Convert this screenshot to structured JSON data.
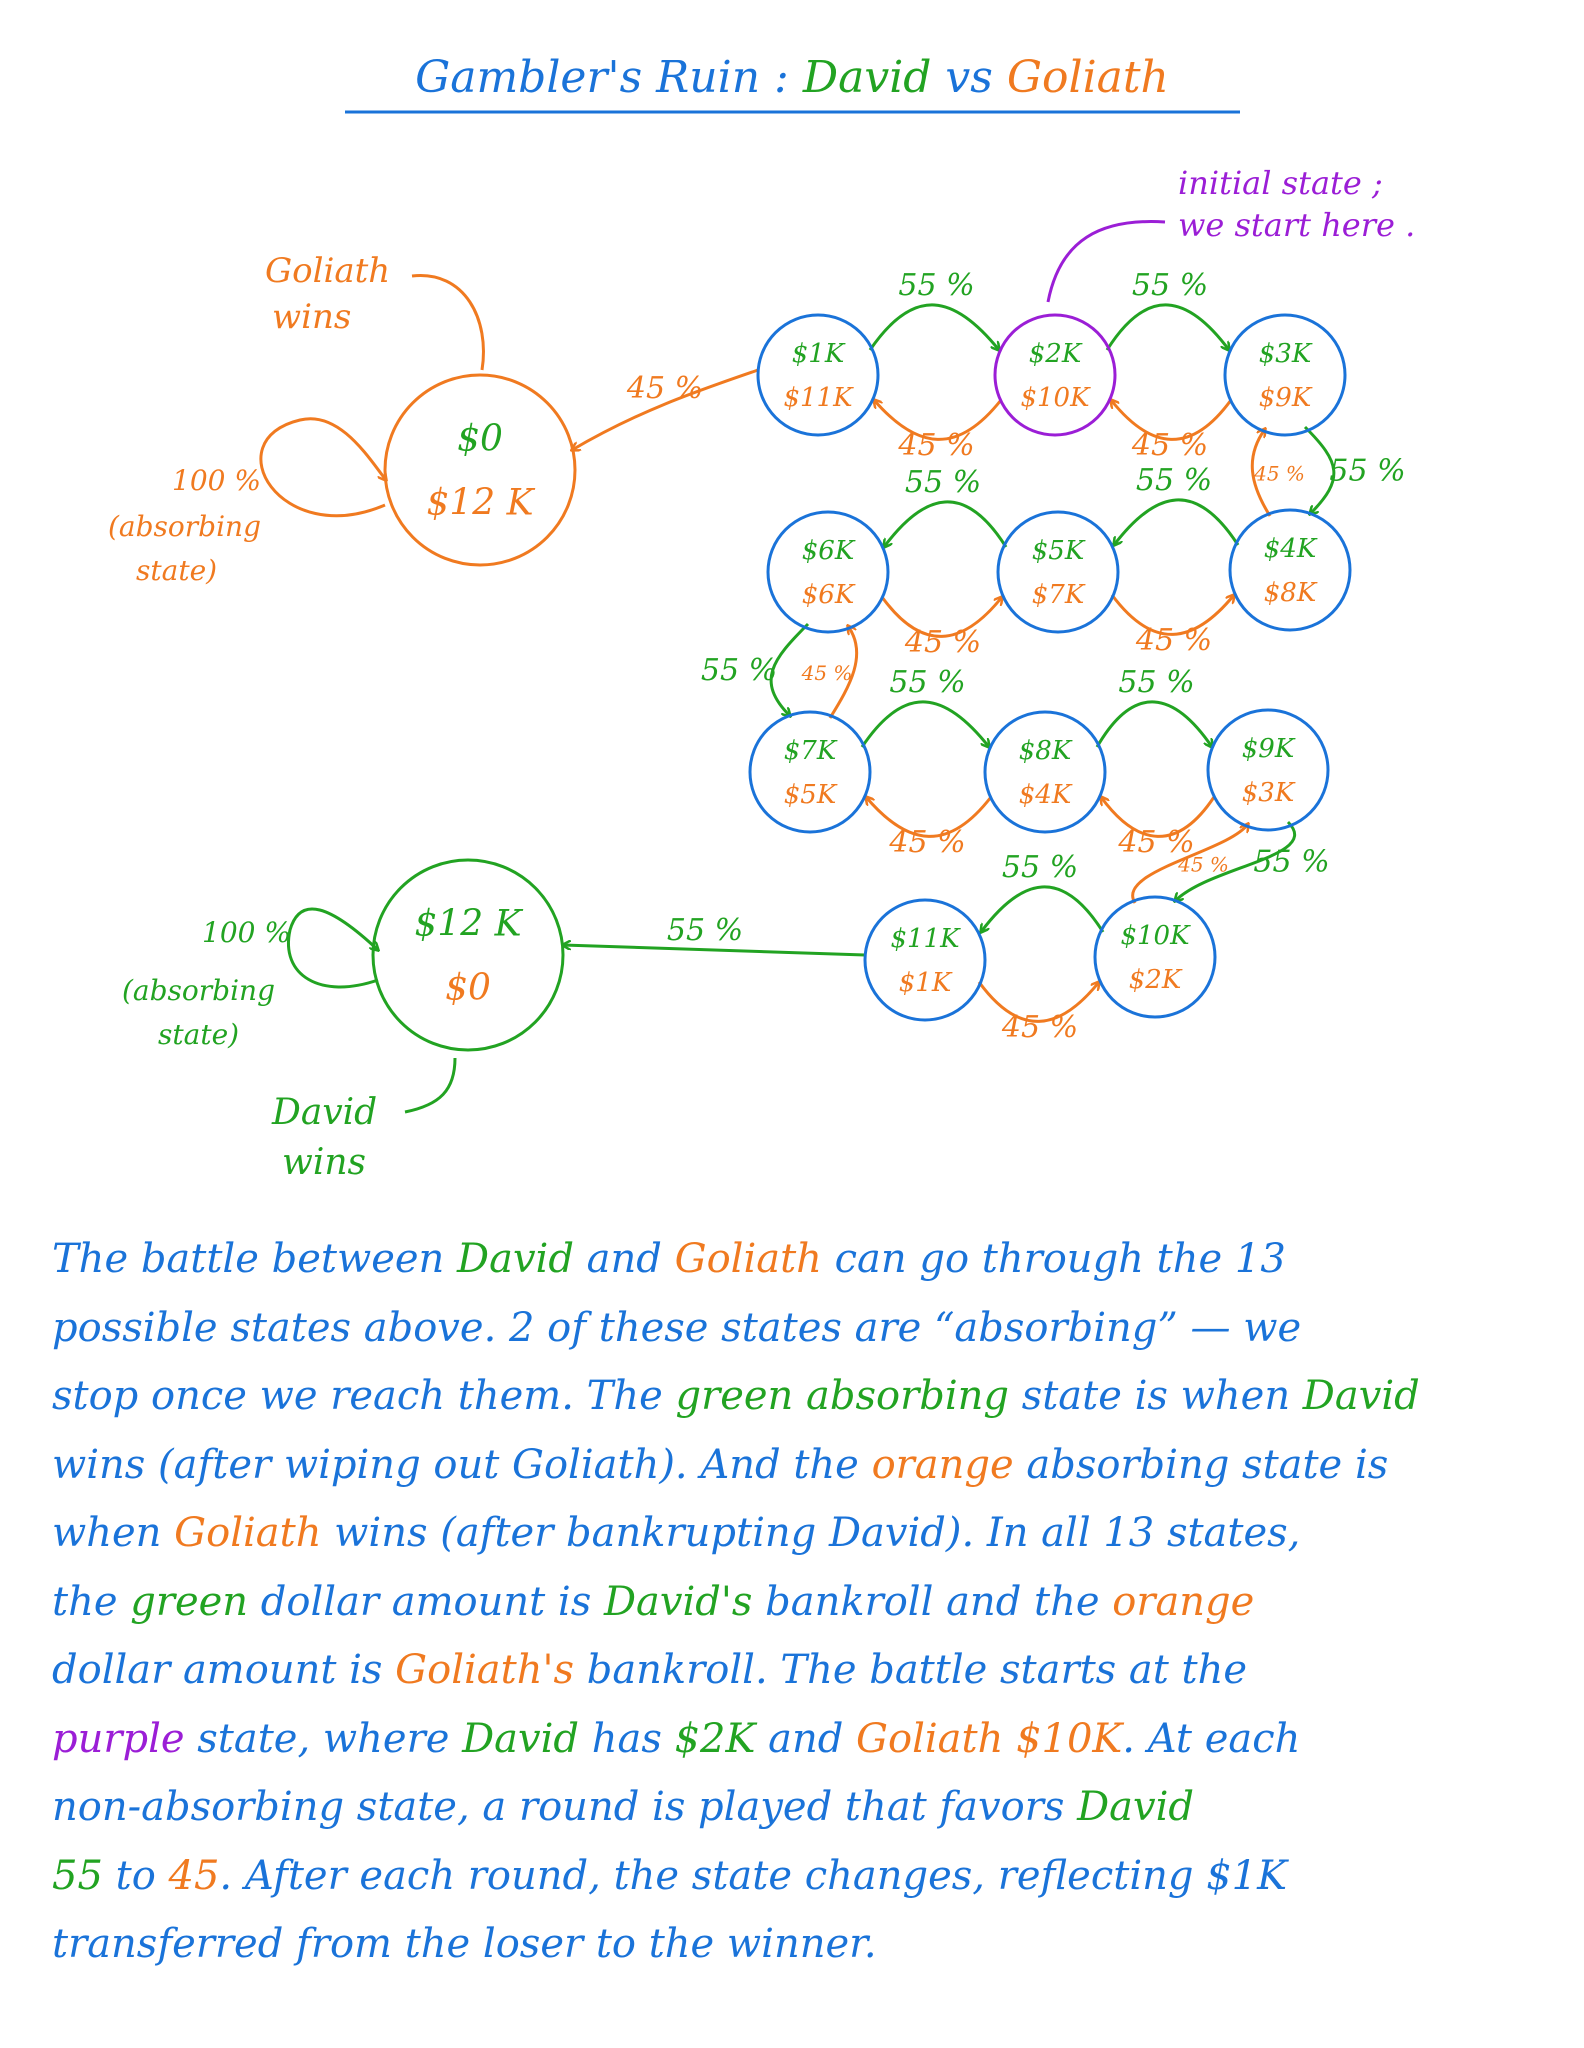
{
  "title": {
    "prefix": "Gambler's Ruin : ",
    "david": "David",
    "vs": " vs ",
    "goliath": "Goliath"
  },
  "colors": {
    "david": "#22a322",
    "goliath": "#f07a20",
    "blue": "#1a73d9",
    "purple": "#9b1ed6"
  },
  "annotations": {
    "goliath_wins": [
      "Goliath",
      "wins"
    ],
    "david_wins": [
      "David",
      "wins"
    ],
    "initial_state": [
      "initial state ;",
      "we start here ."
    ],
    "absorbing_goliath": [
      "100 %",
      "(absorbing",
      "state)"
    ],
    "absorbing_david": [
      "100 %",
      "(absorbing",
      "state)"
    ]
  },
  "states": [
    {
      "david": "$0",
      "goliath": "$12 K",
      "kind": "absorbing-goliath"
    },
    {
      "david": "$1K",
      "goliath": "$11K",
      "kind": "transient"
    },
    {
      "david": "$2K",
      "goliath": "$10K",
      "kind": "initial"
    },
    {
      "david": "$3K",
      "goliath": "$9K",
      "kind": "transient"
    },
    {
      "david": "$4K",
      "goliath": "$8K",
      "kind": "transient"
    },
    {
      "david": "$5K",
      "goliath": "$7K",
      "kind": "transient"
    },
    {
      "david": "$6K",
      "goliath": "$6K",
      "kind": "transient"
    },
    {
      "david": "$7K",
      "goliath": "$5K",
      "kind": "transient"
    },
    {
      "david": "$8K",
      "goliath": "$4K",
      "kind": "transient"
    },
    {
      "david": "$9K",
      "goliath": "$3K",
      "kind": "transient"
    },
    {
      "david": "$10K",
      "goliath": "$2K",
      "kind": "transient"
    },
    {
      "david": "$11K",
      "goliath": "$1K",
      "kind": "transient"
    },
    {
      "david": "$12 K",
      "goliath": "$0",
      "kind": "absorbing-david"
    }
  ],
  "transitions": {
    "win_label": "55 %",
    "lose_label": "45 %"
  },
  "paragraph": [
    [
      [
        "The battle between ",
        "b"
      ],
      [
        "David",
        "g"
      ],
      [
        " and ",
        "b"
      ],
      [
        "Goliath",
        "o"
      ],
      [
        " can go through the 13",
        "b"
      ]
    ],
    [
      [
        "possible states above. 2 of these states are “absorbing” — we",
        "b"
      ]
    ],
    [
      [
        "stop once we reach them. The ",
        "b"
      ],
      [
        "green absorbing",
        "g"
      ],
      [
        " state is when ",
        "b"
      ],
      [
        "David",
        "g"
      ]
    ],
    [
      [
        "wins (after wiping out Goliath). And the ",
        "b"
      ],
      [
        "orange",
        "o"
      ],
      [
        " absorbing state is",
        "b"
      ]
    ],
    [
      [
        "when ",
        "b"
      ],
      [
        "Goliath",
        "o"
      ],
      [
        " wins (after bankrupting David). In all 13 states,",
        "b"
      ]
    ],
    [
      [
        "the ",
        "b"
      ],
      [
        "green",
        "g"
      ],
      [
        " dollar amount is ",
        "b"
      ],
      [
        "David's",
        "g"
      ],
      [
        " bankroll and the ",
        "b"
      ],
      [
        "orange",
        "o"
      ]
    ],
    [
      [
        "dollar amount is ",
        "b"
      ],
      [
        "Goliath's",
        "o"
      ],
      [
        " bankroll. The battle starts at the",
        "b"
      ]
    ],
    [
      [
        "purple",
        "p"
      ],
      [
        " state, where ",
        "b"
      ],
      [
        "David",
        "g"
      ],
      [
        " has ",
        "b"
      ],
      [
        "$2K",
        "g"
      ],
      [
        " and ",
        "b"
      ],
      [
        "Goliath",
        "o"
      ],
      [
        " ",
        "b"
      ],
      [
        "$10K",
        "o"
      ],
      [
        ". At each",
        "b"
      ]
    ],
    [
      [
        "non-absorbing state, a round is played that favors ",
        "b"
      ],
      [
        "David",
        "g"
      ]
    ],
    [
      [
        "55",
        "g"
      ],
      [
        " to ",
        "b"
      ],
      [
        "45",
        "o"
      ],
      [
        ". After each round, the state changes, reflecting $1K",
        "b"
      ]
    ],
    [
      [
        "transferred from the loser to the winner.",
        "b"
      ]
    ]
  ]
}
